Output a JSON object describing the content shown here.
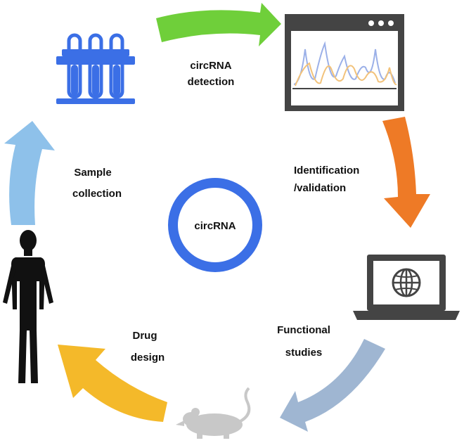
{
  "diagram": {
    "center": {
      "label": "circRNA",
      "color": "#3b6fe6"
    },
    "steps": [
      {
        "id": "detection",
        "line1": "circRNA",
        "line2": "detection",
        "color": "#6fcf3a"
      },
      {
        "id": "identification",
        "line1": "Identification",
        "line2": "/validation",
        "color": "#ee7a26"
      },
      {
        "id": "functional",
        "line1": "Functional",
        "line2": "studies",
        "color": "#9fb6d2"
      },
      {
        "id": "drug",
        "line1": "Drug",
        "line2": "design",
        "color": "#f4b92a"
      },
      {
        "id": "sample",
        "line1": "Sample",
        "line2": "collection",
        "color": "#8ec1ea"
      }
    ],
    "icons": {
      "test_tubes": {
        "name": "test-tubes-icon",
        "color": "#3b6fe6"
      },
      "monitor": {
        "name": "chromatogram-monitor-icon",
        "frame": "#444444",
        "trace_blue": "#9bb0e8",
        "trace_orange": "#f2c27a"
      },
      "laptop": {
        "name": "laptop-globe-icon",
        "color": "#444444"
      },
      "mouse": {
        "name": "mouse-icon",
        "color": "#c8c8c8"
      },
      "human": {
        "name": "human-figure-icon",
        "color": "#111111"
      }
    }
  }
}
